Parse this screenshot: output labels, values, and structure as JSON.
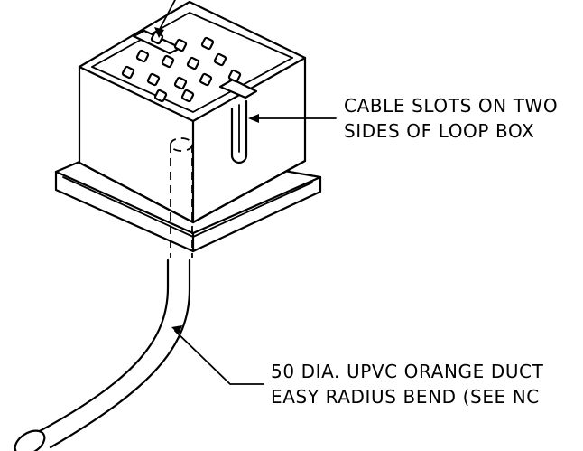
{
  "callouts": {
    "cable_slots": {
      "line1": "CABLE SLOTS ON TWO",
      "line2": "SIDES OF LOOP BOX"
    },
    "duct": {
      "line1": "50 DIA. UPVC ORANGE DUCT",
      "line2": "EASY RADIUS BEND (SEE NC"
    }
  },
  "colors": {
    "line": "#000000",
    "background": "#ffffff"
  }
}
